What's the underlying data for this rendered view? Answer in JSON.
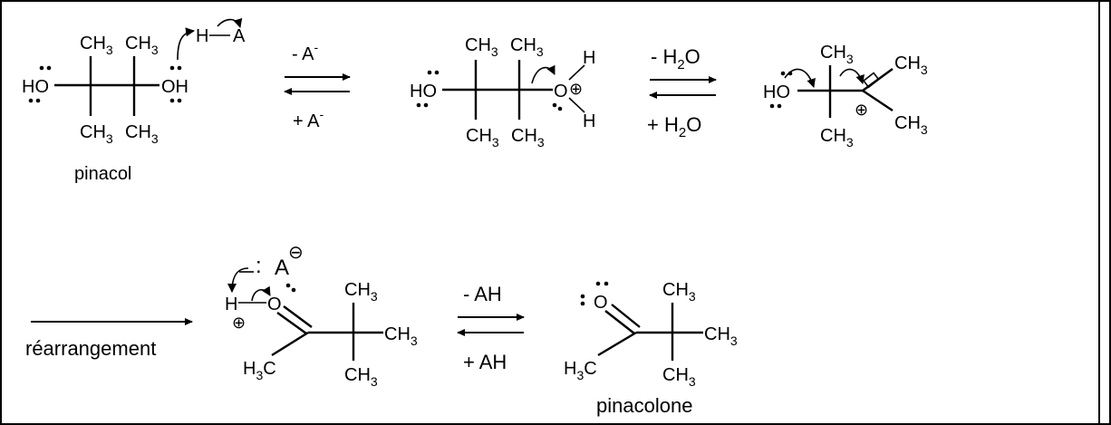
{
  "labels": {
    "pinacol": "pinacol",
    "pinacolone": "pinacolone",
    "rearrangement": "réarrangement"
  },
  "atoms": {
    "ch3": "CH",
    "h3c": "H",
    "subscript_3": "3",
    "hydroxyl_left": "HO",
    "hydroxyl_right": "OH",
    "oxygen": "O",
    "hydrogen": "H",
    "acid_a": "A",
    "base_a": "A",
    "dash": "–",
    "colon": ":",
    "plus_charge": "⊕",
    "minus_charge": "⊖"
  },
  "steps": {
    "step1_forward": "- A",
    "step1_forward_sup": "-",
    "step1_reverse": "+ A",
    "step1_reverse_sup": "-",
    "step2_forward": "- H",
    "step2_forward_sub": "2",
    "step2_forward_tail": "O",
    "step2_reverse": "+ H",
    "step2_reverse_sub": "2",
    "step2_reverse_tail": "O",
    "step3_forward": "- AH",
    "step3_reverse": "+ AH"
  }
}
